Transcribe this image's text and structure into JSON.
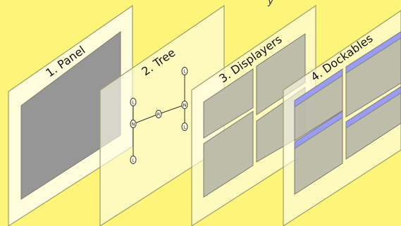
{
  "diagram": {
    "background_color": "#fdf57a",
    "sheet_fill": "#fffde6",
    "sheet_stroke": "#9c9c6c",
    "panel_fill": "#969696",
    "grey_fill": "#b7b6a6",
    "dock_bar_color": "#9a9cf2",
    "top_caption_fragment": "y",
    "layers": [
      {
        "id": "panel",
        "label": "1. Panel"
      },
      {
        "id": "tree",
        "label": "2. Tree"
      },
      {
        "id": "displayers",
        "label": "3. Displayers"
      },
      {
        "id": "dockables",
        "label": "4. Dockables"
      }
    ],
    "tree_nodes": [
      {
        "id": "L-top-left",
        "letter": "L"
      },
      {
        "id": "N-left",
        "letter": "N"
      },
      {
        "id": "R-root",
        "letter": "R"
      },
      {
        "id": "N-right",
        "letter": "N"
      },
      {
        "id": "L-bottom-left",
        "letter": "L"
      },
      {
        "id": "L-top-right",
        "letter": "L"
      },
      {
        "id": "L-bottom-right",
        "letter": "L"
      }
    ]
  }
}
